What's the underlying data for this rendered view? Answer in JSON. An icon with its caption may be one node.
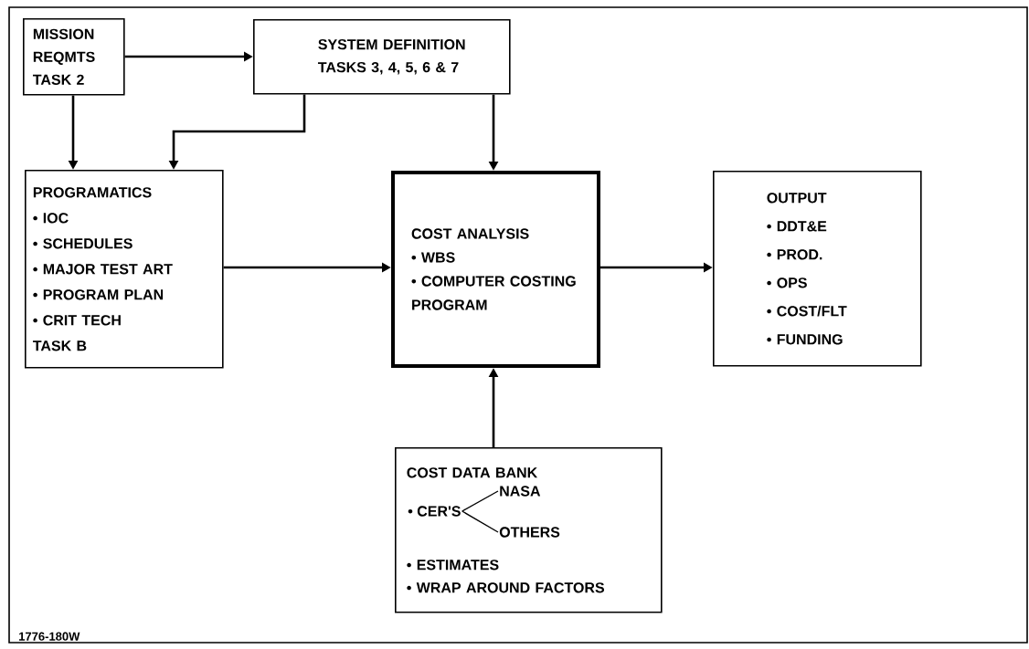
{
  "diagram": {
    "nodes": [
      {
        "text": [
          "MISSION REQMTS TASK 2"
        ]
      },
      {
        "text": [
          "SYSTEM DEFINITION TASKS 3, 4, 5, 6 & 7"
        ]
      },
      {
        "text": [
          "PROGRAMATICS",
          "• IOC",
          "• SCHEDULES",
          "• MAJOR TEST ART",
          "• PROGRAM PLAN",
          "• CRIT TECH",
          "TASK B"
        ]
      },
      {
        "text": [
          "COST ANALYSIS",
          "• WBS",
          "• COMPUTER COSTING PROGRAM"
        ]
      },
      {
        "text": [
          "OUTPUT",
          "• DDT&E",
          "• PROD.",
          "• OPS",
          "• COST/FLT",
          "• FUNDING"
        ]
      },
      {
        "text": [
          "COST DATA BANK",
          "• ESTIMATES",
          "• WRAP AROUND FACTORS"
        ]
      },
      {
        "text": [
          "• CER'S"
        ],
        "in": 5
      },
      {
        "text": [
          "NASA"
        ],
        "in": 5
      },
      {
        "text": [
          "OTHERS"
        ],
        "in": 5
      }
    ],
    "edges": [
      {
        "from": 0,
        "to": 1,
        "arrow": "to"
      },
      {
        "from": 0,
        "to": 2,
        "arrow": "to"
      },
      {
        "from": 1,
        "to": 2,
        "arrow": "to"
      },
      {
        "from": 1,
        "to": 3,
        "arrow": "to"
      },
      {
        "from": 2,
        "to": 3,
        "arrow": "to"
      },
      {
        "from": 3,
        "to": 4,
        "arrow": "to"
      },
      {
        "from": 5,
        "to": 3,
        "arrow": "to"
      },
      {
        "from": 7,
        "to": 6,
        "arrow": "none"
      },
      {
        "from": 8,
        "to": 6,
        "arrow": "none"
      }
    ],
    "labels": [
      "1776-180W"
    ]
  }
}
